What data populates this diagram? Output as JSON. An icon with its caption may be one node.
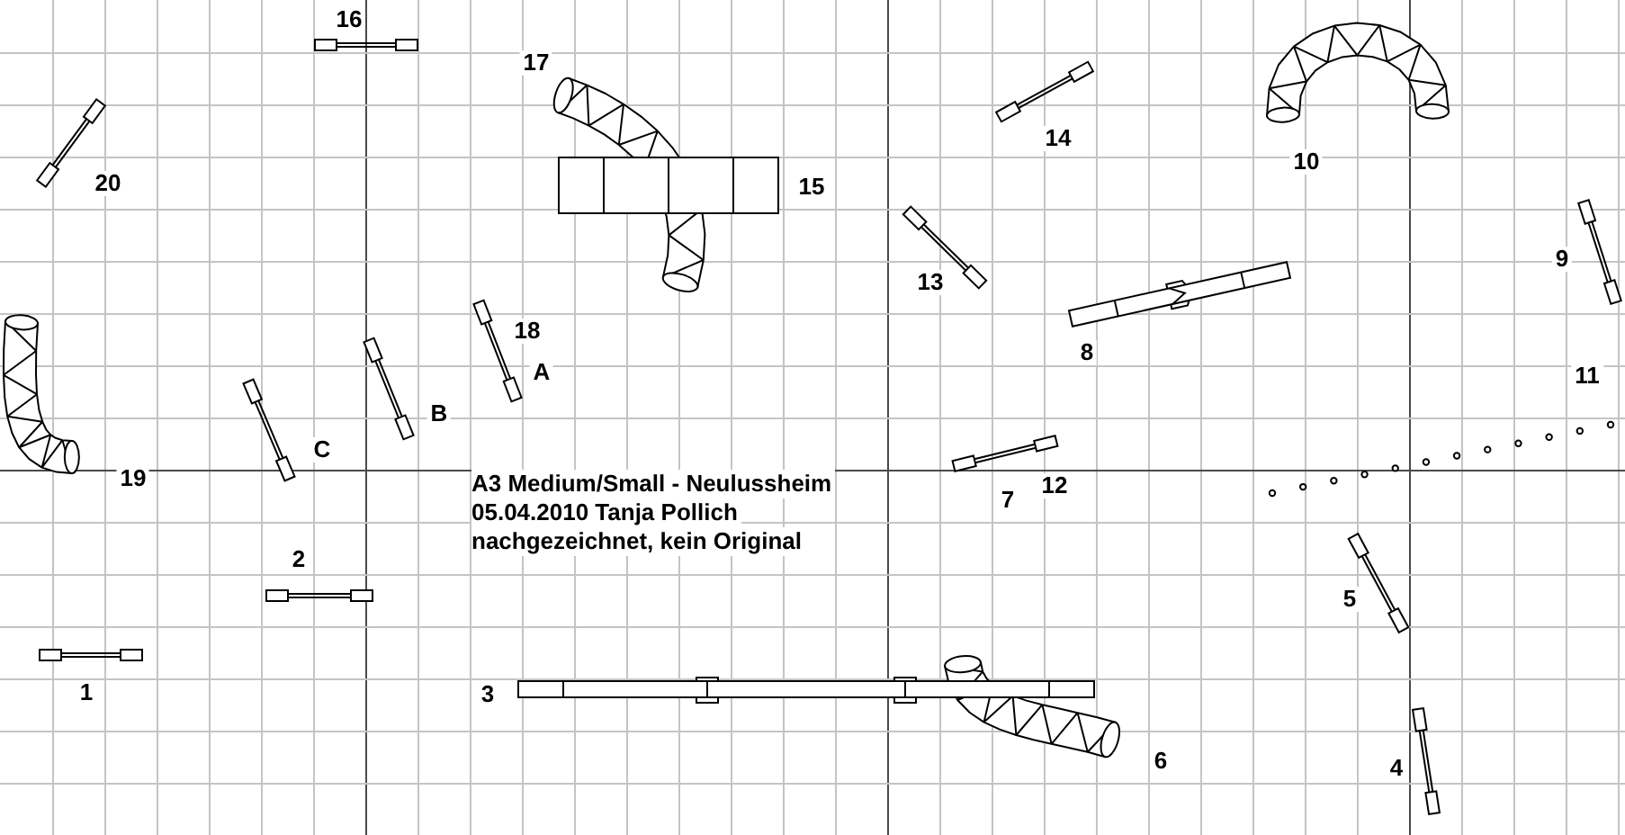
{
  "diagram": {
    "labels": [
      "16",
      "17",
      "14",
      "10",
      "20",
      "15",
      "9",
      "13",
      "18",
      "8",
      "A",
      "11",
      "B",
      "C",
      "19",
      "A3 Medium/Small - Neulussheim",
      "05.04.2010 Tanja Pollich",
      "nachgezeichnet, kein Original",
      "12",
      "7",
      "2",
      "5",
      "1",
      "3",
      "6",
      "4"
    ]
  }
}
